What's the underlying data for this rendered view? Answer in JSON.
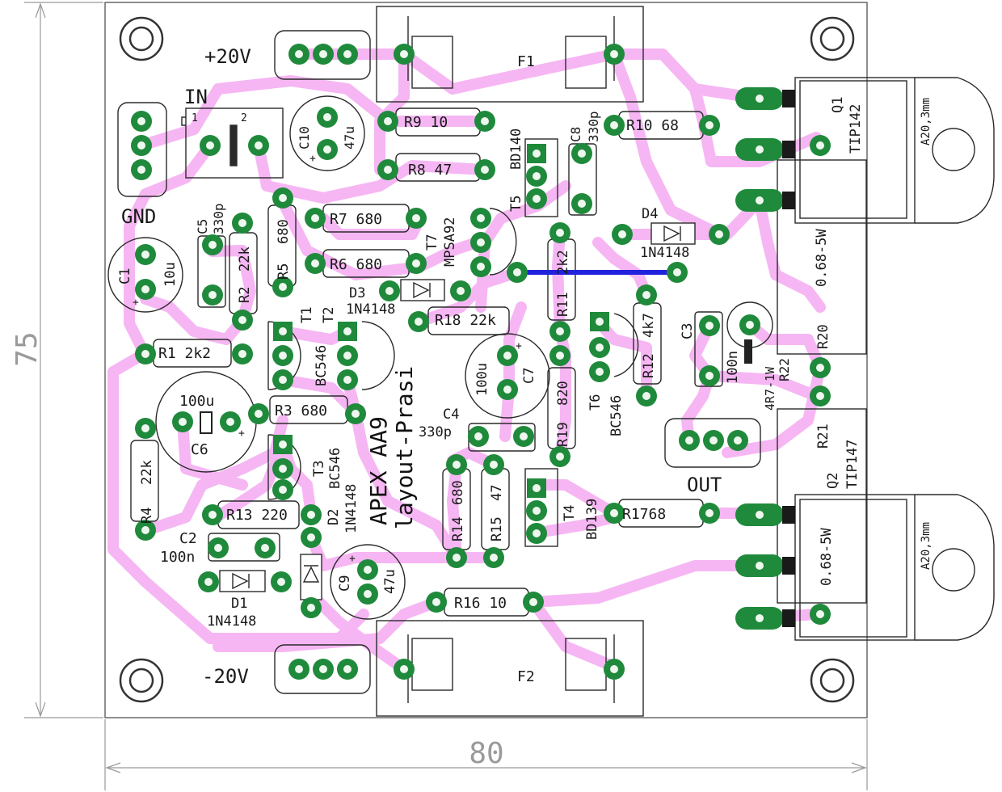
{
  "board": {
    "title": "APEX AA9",
    "subtitle": "layout-Prasi",
    "dimension_height": "75",
    "dimension_width": "80"
  },
  "connectors": {
    "plus20": "+20V",
    "minus20": "-20V",
    "in": "IN",
    "gnd": "GND",
    "out": "OUT",
    "in_pin1": "1",
    "in_pin2": "2"
  },
  "fuses": {
    "f1": "F1",
    "f2": "F2"
  },
  "transistors": {
    "q1_ref": "Q1",
    "q1_type": "TIP142",
    "q2_ref": "Q2",
    "q2_type": "TIP147",
    "q_heatsink": "A20,3mm",
    "t1": "T1",
    "t2": "T2",
    "t1t2_type": "BC546",
    "t3": "T3",
    "t3_type": "BC546",
    "t4": "T4",
    "t4_type": "BD139",
    "t5": "T5",
    "t5_type": "BD140",
    "t6": "T6",
    "t6_type": "BC546",
    "t7": "T7",
    "t7_type": "MPSA92"
  },
  "resistors": {
    "r1": "R1  2k2",
    "r2": "R2",
    "r2_val": "22k",
    "r3": "R3 680",
    "r4": "R4",
    "r4_val": "22k",
    "r5": "R5",
    "r5_val": "680",
    "r6": "R6  680",
    "r7": "R7  680",
    "r8": "R8   47",
    "r9": "R9   10",
    "r10": "R10 68",
    "r11": "R11",
    "r11_val": "2k2",
    "r12": "R12",
    "r12_val": "4k7",
    "r13": "R13 220",
    "r14": "R14",
    "r14_val": "680",
    "r15": "R15",
    "r15_val": "47",
    "r16": "R16 10",
    "r17": "R1768",
    "r18": "R18 22k",
    "r19": "R19",
    "r19_val": "820",
    "r20": "R20",
    "r21": "R21",
    "r22": "R22",
    "r22_val": "4R7-1W",
    "power_res": "0.68-5W"
  },
  "capacitors": {
    "c1": "C1",
    "c1_val": "10u",
    "c2": "C2",
    "c2_val": "100n",
    "c3": "C3",
    "c3_val": "100n",
    "c4": "C4",
    "c4_val": "330p",
    "c5": "C5",
    "c5_val": "330p",
    "c6": "C6",
    "c6_val": "100u",
    "c7": "C7",
    "c7_val": "100u",
    "c8": "C8",
    "c8_val": "330p",
    "c9": "C9",
    "c9_val": "47u",
    "c10": "C10",
    "c10_val": "47u"
  },
  "diodes": {
    "d1": "D1",
    "d2": "D2",
    "d3": "D3",
    "d4": "D4",
    "type": "1N4148"
  },
  "colors": {
    "trace": "#f6b6f3",
    "pad": "#1f8a3b",
    "pad_hole": "#eef7ee",
    "jumper": "#2222dd",
    "silk": "#2a2a2a"
  }
}
